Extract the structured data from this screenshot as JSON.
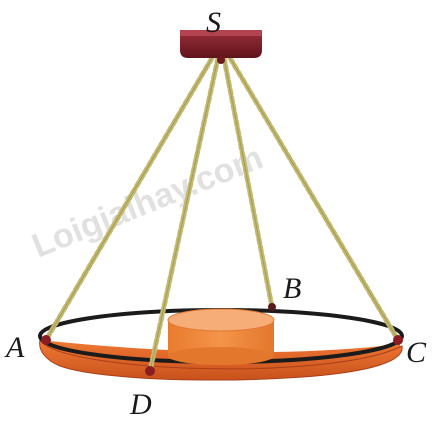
{
  "labels": {
    "top": "S",
    "A": "A",
    "B": "B",
    "C": "C",
    "D": "D"
  },
  "watermark": "Loigiaihay.com",
  "colors": {
    "tray_fill": "#e4692a",
    "tray_rim": "#1b1b1b",
    "weight_top": "#f6a469",
    "weight_side": "#f08a3c",
    "mount": "#8a2430",
    "chain": "#c9c27c",
    "ring": "#8b1c22"
  }
}
